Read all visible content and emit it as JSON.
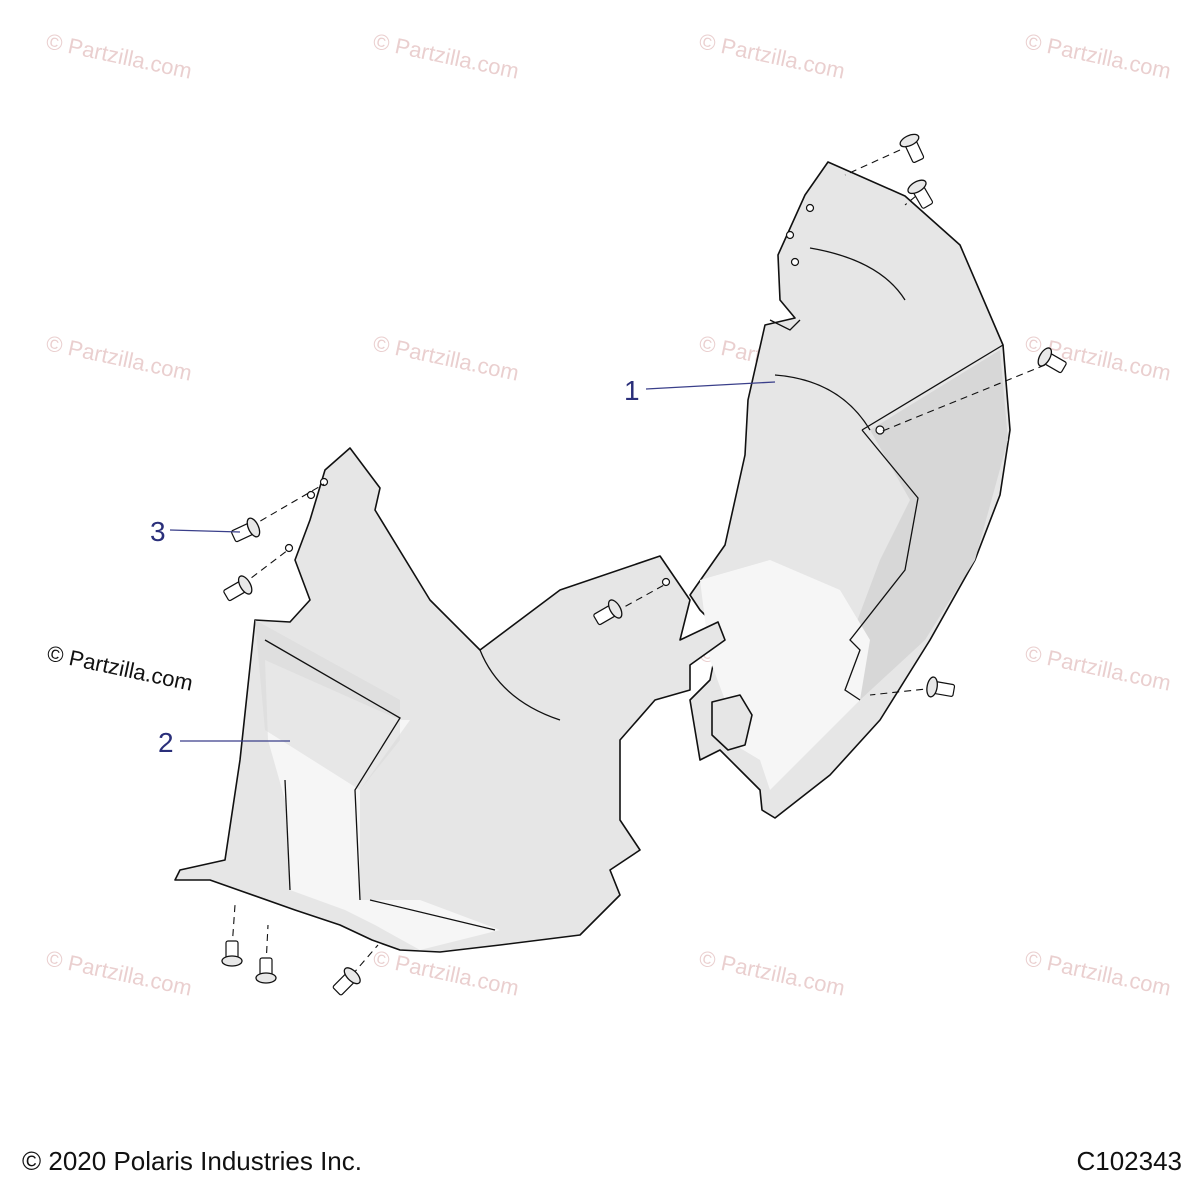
{
  "watermark": {
    "text": "© Partzilla.com",
    "primary_color": "#d9a9a9"
  },
  "callouts": [
    {
      "label": "1",
      "color": "#2a2f7a"
    },
    {
      "label": "2",
      "color": "#2a2f7a"
    },
    {
      "label": "3",
      "color": "#2a2f7a"
    }
  ],
  "footer": {
    "copyright": "© 2020 Polaris Industries Inc.",
    "drawing_id": "C102343"
  }
}
